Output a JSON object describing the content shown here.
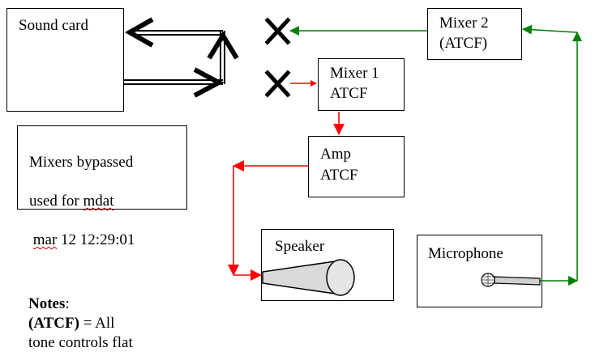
{
  "nodes": {
    "sound_card": "Sound card",
    "mixer2_line1": "Mixer 2",
    "mixer2_line2": "(ATCF)",
    "mixer1_line1": "Mixer 1",
    "mixer1_line2": "ATCF",
    "amp_line1": "Amp",
    "amp_line2": "ATCF",
    "speaker": "Speaker",
    "microphone": "Microphone"
  },
  "status_note": {
    "line1": "Mixers bypassed",
    "line2_a": "used for ",
    "line2_b": "mdat",
    "line3_a": " ",
    "line3_b": "mar",
    "line3_c": " 12 12:29:01"
  },
  "notes": {
    "heading": "Notes",
    "heading_suffix": ":",
    "term": "(ATCF)",
    "def_a": " = All",
    "def_b": "tone controls flat"
  },
  "colors": {
    "signal_red": "#ff0000",
    "signal_green": "#008000",
    "outline": "#000000"
  }
}
